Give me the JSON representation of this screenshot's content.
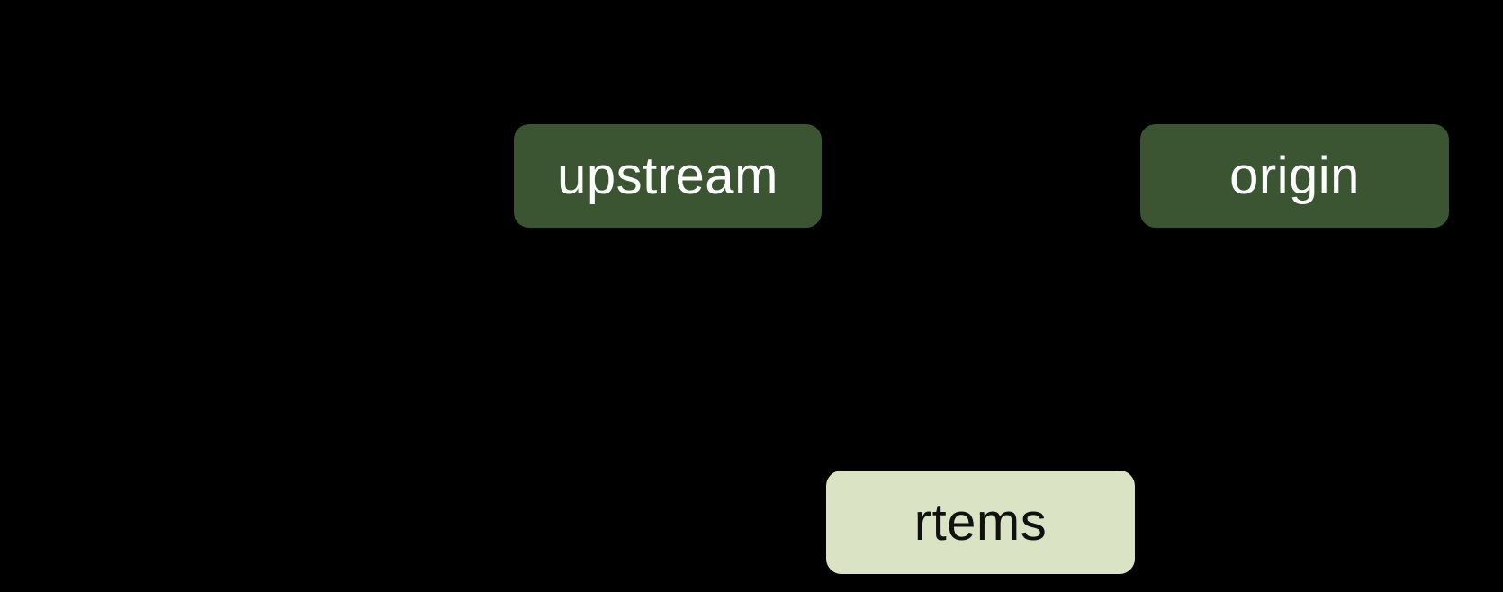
{
  "diagram": {
    "background": "#000000",
    "nodes": [
      {
        "label": "upstream",
        "fill": "#3B5533",
        "text_color": "#FCFCFC"
      },
      {
        "label": "origin",
        "fill": "#3B5533",
        "text_color": "#FCFCFC"
      },
      {
        "label": "rtems",
        "fill": "#DAE3C4",
        "text_color": "#111111"
      }
    ]
  }
}
